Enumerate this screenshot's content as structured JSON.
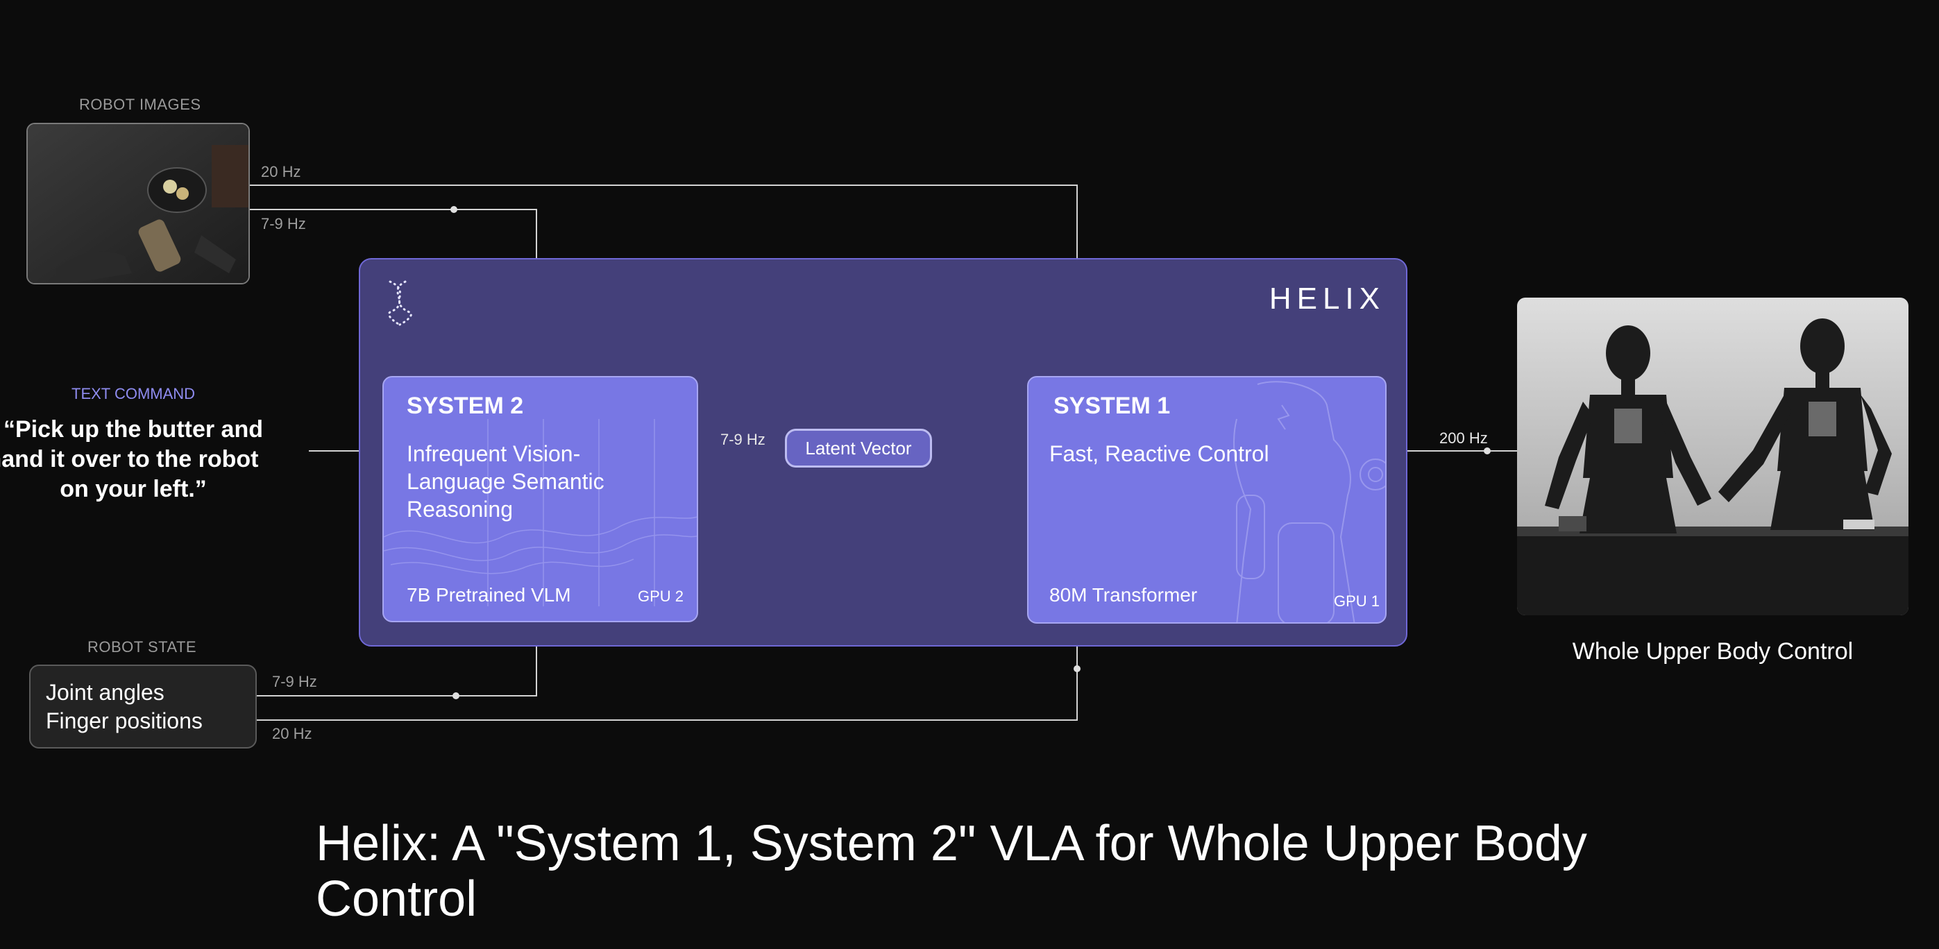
{
  "inputs": {
    "robot_images_label": "ROBOT IMAGES",
    "text_command_label": "TEXT COMMAND",
    "text_command_lines": [
      "“Pick up the butter and",
      "hand it over to the robot",
      "on your left.”"
    ],
    "robot_state_label": "ROBOT STATE",
    "robot_state_lines": [
      "Joint angles",
      "Finger positions"
    ]
  },
  "frequencies": {
    "images_to_system1": "20 Hz",
    "images_to_system2": "7-9 Hz",
    "state_to_system2": "7-9 Hz",
    "state_to_system1": "20 Hz",
    "system2_to_latent": "7-9 Hz",
    "output": "200 Hz"
  },
  "helix": {
    "wordmark": "HELIX",
    "logo_icon": "dna-helix-icon"
  },
  "system2": {
    "title": "SYSTEM 2",
    "desc_lines": [
      "Infrequent Vision-",
      "Language Semantic",
      "Reasoning"
    ],
    "model": "7B Pretrained VLM",
    "gpu": "GPU 2"
  },
  "system1": {
    "title": "SYSTEM 1",
    "desc": "Fast, Reactive Control",
    "model": "80M Transformer",
    "gpu": "GPU 1"
  },
  "latent_vector": "Latent Vector",
  "output": {
    "caption": "Whole Upper Body Control"
  },
  "caption": {
    "title_line1": "Helix: A \"System 1, System 2\" VLA for Whole Upper Body",
    "title_line2": "Control"
  },
  "colors": {
    "background": "#0c0c0c",
    "helix_panel": "#44407a",
    "helix_border": "#6f68d6",
    "system_card": "#7877e4",
    "text_command_accent": "#8f8cf0",
    "wire": "#cfcfcf"
  }
}
